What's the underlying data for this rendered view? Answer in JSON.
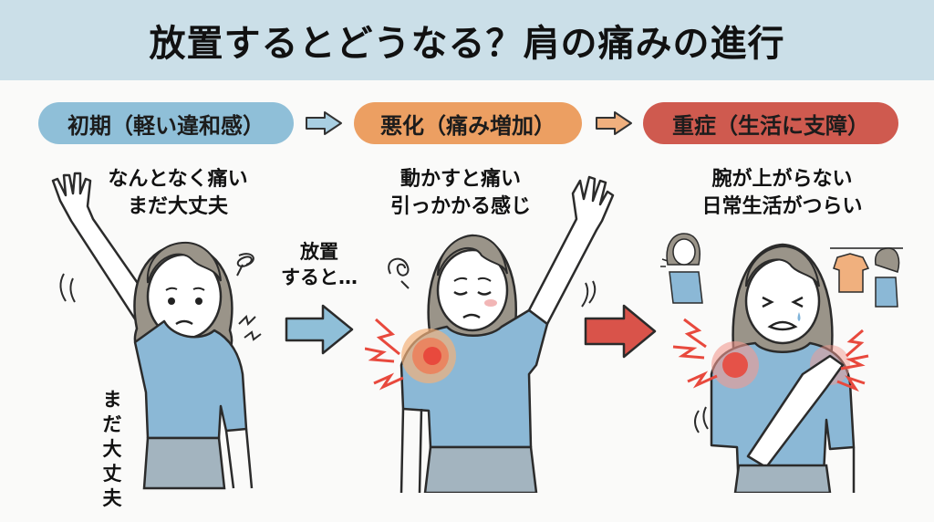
{
  "header": {
    "title": "放置するとどうなる？肩の痛みの進行",
    "background": "#cbdfe8"
  },
  "stages": [
    {
      "label": "初期（軽い違和感）",
      "color": "#8fbfd8"
    },
    {
      "label": "悪化（痛み増加）",
      "color": "#ec9f62"
    },
    {
      "label": "重症（生活に支障）",
      "color": "#cf5a4f"
    }
  ],
  "stage_arrows": [
    {
      "icon": "outline-arrow-right-icon",
      "color": "#8fbfd8"
    },
    {
      "icon": "outline-arrow-right-icon",
      "color": "#ec9f62"
    }
  ],
  "panels": [
    {
      "caption_line1": "なんとなく痛い",
      "caption_line2": "まだ大丈夫",
      "side_note": "まだ大丈夫",
      "figure": "woman-raising-arm-mild-discomfort"
    },
    {
      "caption_line1": "動かすと痛い",
      "caption_line2": "引っかかる感じ",
      "figure": "woman-raising-arm-shoulder-pain"
    },
    {
      "caption_line1": "腕が上がらない",
      "caption_line2": "日常生活がつらい",
      "figure": "woman-holding-painful-shoulder"
    }
  ],
  "transition": {
    "label_line1": "放置",
    "label_line2": "すると…",
    "arrow1_color": "#8fbfd8",
    "arrow2_color": "#d9534a"
  },
  "colors": {
    "shirt": "#8bb8d6",
    "skirt": "#a3b4bf",
    "hair": "#9a9489",
    "pain": "#e8493d",
    "outline": "#2b2b2b"
  }
}
